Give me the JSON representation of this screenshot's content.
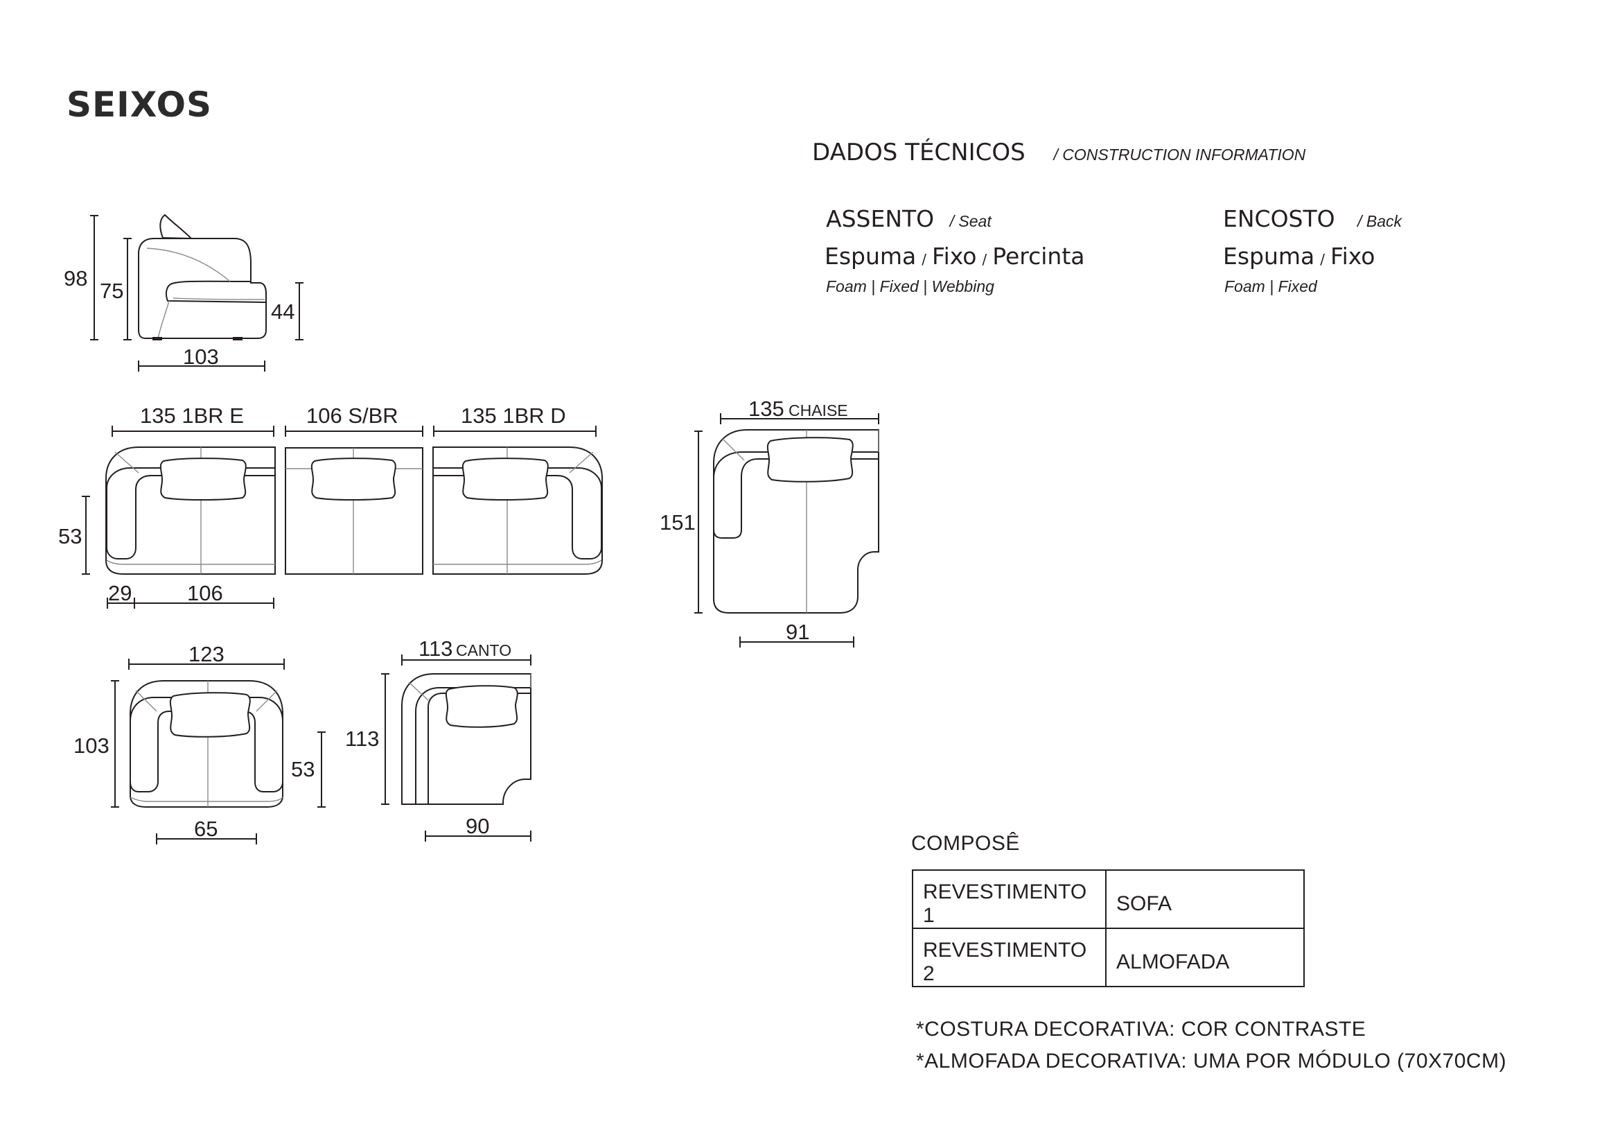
{
  "title": "SEIXOS",
  "tech": {
    "heading": "DADOS TÉCNICOS",
    "heading_en": "/ CONSTRUCTION INFORMATION",
    "seat": {
      "label": "ASSENTO",
      "label_en": "/ Seat",
      "items": [
        "Espuma",
        "Fixo",
        "Percinta"
      ],
      "items_en": "Foam | Fixed | Webbing"
    },
    "back": {
      "label": "ENCOSTO",
      "label_en": "/ Back",
      "items": [
        "Espuma",
        "Fixo"
      ],
      "items_en": "Foam | Fixed"
    }
  },
  "dimensions": {
    "side": {
      "total_height": "98",
      "back_height": "75",
      "seat_height": "44",
      "depth": "103"
    },
    "module_1br_e": {
      "label": "135 1BR E",
      "arm_height": "53",
      "arm": "29",
      "seat": "106"
    },
    "module_sbr": {
      "label": "106 S/BR"
    },
    "module_1br_d": {
      "label": "135 1BR D"
    },
    "chaise": {
      "width": "135",
      "width_label": "CHAISE",
      "depth": "151",
      "bottom": "91"
    },
    "armchair": {
      "width": "123",
      "depth": "103",
      "arm_height": "53",
      "seat": "65"
    },
    "canto": {
      "width": "113",
      "width_label": "CANTO",
      "depth": "113",
      "bottom": "90"
    }
  },
  "compose": {
    "heading": "COMPOSÊ",
    "rows": [
      {
        "k": "REVESTIMENTO 1",
        "v": "SOFA"
      },
      {
        "k": "REVESTIMENTO 2",
        "v": "ALMOFADA"
      }
    ]
  },
  "notes": [
    "*COSTURA DECORATIVA: COR CONTRASTE",
    "*ALMOFADA DECORATIVA: UMA POR MÓDULO (70X70CM)"
  ]
}
